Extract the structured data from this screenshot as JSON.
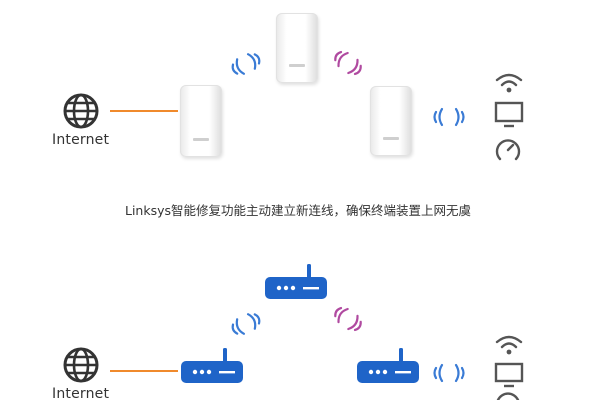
{
  "top_section": {
    "internet_label": "Internet",
    "nodes": [
      {
        "name": "left-node"
      },
      {
        "name": "center-node"
      },
      {
        "name": "right-node"
      }
    ]
  },
  "caption": "Linksys智能修复功能主动建立新连线，确保终端装置上网无虞",
  "bottom_section": {
    "internet_label": "Internet"
  },
  "colors": {
    "wire": "#f08a2c",
    "wave_blue": "#3a7bd5",
    "wave_pink": "#b04aa0",
    "router_blue": "#1f64c8",
    "icon_gray": "#555555"
  },
  "icons": [
    "globe-icon",
    "wifi-icon",
    "monitor-icon",
    "gauge-icon",
    "router-icon"
  ]
}
